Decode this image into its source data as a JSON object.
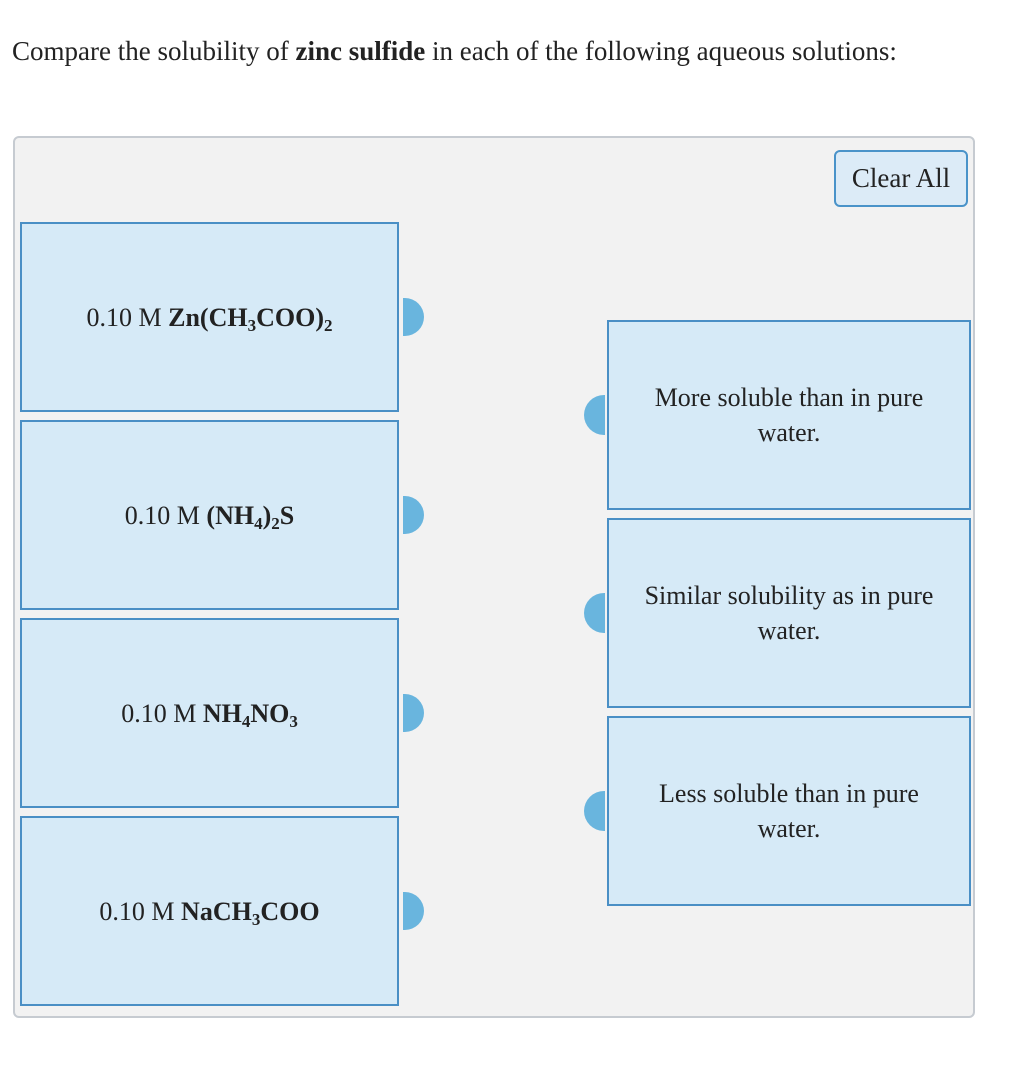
{
  "question": {
    "prefix": "Compare the solubility of ",
    "compound": "zinc sulfide",
    "suffix": " in each of the following aqueous solutions:"
  },
  "clear_all_label": "Clear All",
  "solutions": [
    {
      "conc": "0.10 M ",
      "parts": [
        {
          "t": "Zn(CH"
        },
        {
          "s": "3"
        },
        {
          "t": "COO)"
        },
        {
          "s": "2"
        }
      ]
    },
    {
      "conc": "0.10 M ",
      "parts": [
        {
          "t": "(NH"
        },
        {
          "s": "4"
        },
        {
          "t": ")"
        },
        {
          "s": "2"
        },
        {
          "t": "S"
        }
      ]
    },
    {
      "conc": "0.10 M ",
      "parts": [
        {
          "t": "NH"
        },
        {
          "s": "4"
        },
        {
          "t": "NO"
        },
        {
          "s": "3"
        }
      ]
    },
    {
      "conc": "0.10 M ",
      "parts": [
        {
          "t": "NaCH"
        },
        {
          "s": "3"
        },
        {
          "t": "COO"
        }
      ]
    }
  ],
  "categories": [
    "More soluble than in pure water.",
    "Similar solubility as in pure water.",
    "Less soluble than in pure water."
  ],
  "colors": {
    "box_fill": "#d6eaf7",
    "box_border": "#4a8fc5",
    "handle": "#69b5de",
    "panel": "#f2f2f2"
  }
}
